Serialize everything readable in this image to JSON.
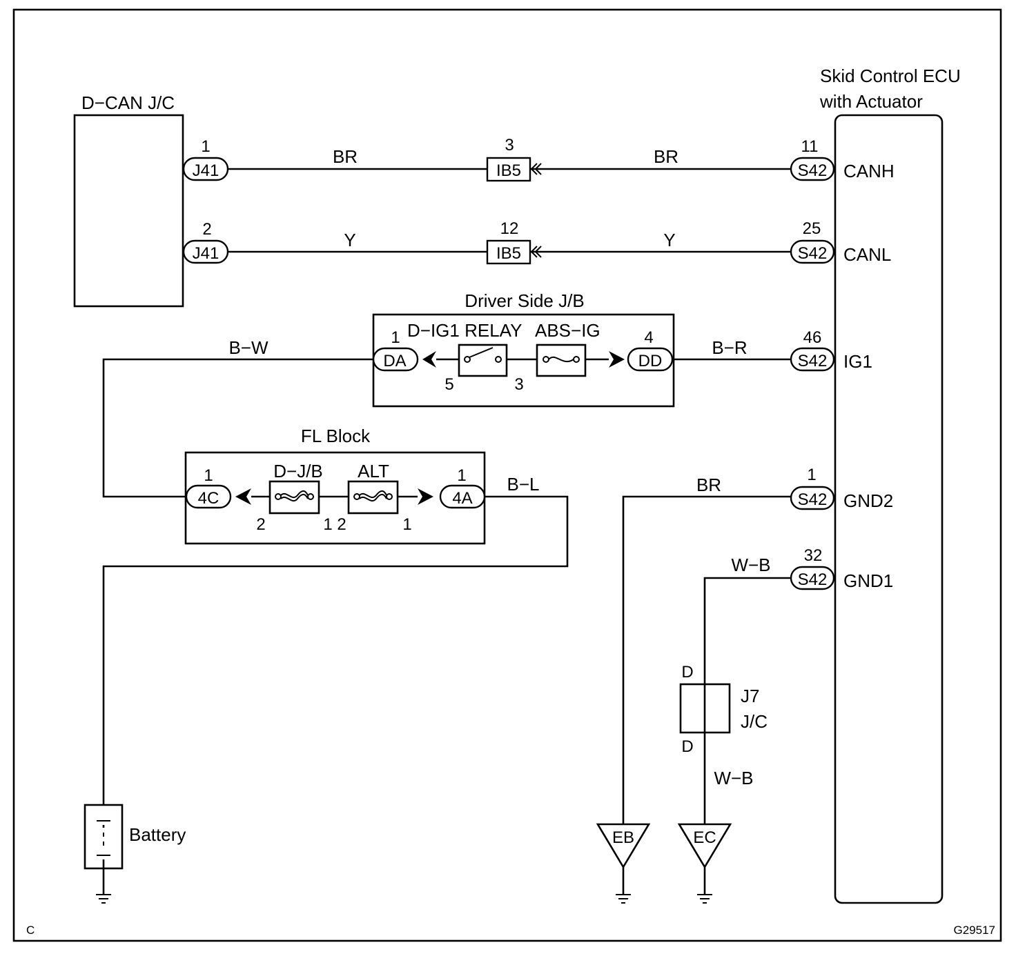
{
  "components": {
    "dcan_jc": "D−CAN J/C",
    "ecu_line1": "Skid Control ECU",
    "ecu_line2": "with Actuator",
    "driver_jb": "Driver Side J/B",
    "relay": "D−IG1 RELAY",
    "abs_ig": "ABS−IG",
    "fl_block": "FL Block",
    "dj_b": "D−J/B",
    "alt": "ALT",
    "j7": "J7",
    "jc": "J/C",
    "battery": "Battery"
  },
  "connectors": {
    "j41_a": "J41",
    "j41_b": "J41",
    "ib5_a": "IB5",
    "ib5_b": "IB5",
    "s42_canh": "S42",
    "s42_canl": "S42",
    "s42_ig1": "S42",
    "s42_gnd2": "S42",
    "s42_gnd1": "S42",
    "da": "DA",
    "dd": "DD",
    "c4c": "4C",
    "c4a": "4A"
  },
  "pins": {
    "j41_a": "1",
    "j41_b": "2",
    "ib5_a": "3",
    "ib5_b": "12",
    "s42_canh": "11",
    "s42_canl": "25",
    "da": "1",
    "dd": "4",
    "s42_ig1": "46",
    "relay_left": "5",
    "relay_right": "3",
    "c4c": "1",
    "c4a": "1",
    "dj_b_left": "2",
    "dj_b_right": "1",
    "alt_left": "2",
    "alt_right": "1",
    "s42_gnd2": "1",
    "s42_gnd1": "32",
    "j7_top": "D",
    "j7_bottom": "D"
  },
  "terminals": {
    "canh": "CANH",
    "canl": "CANL",
    "ig1": "IG1",
    "gnd2": "GND2",
    "gnd1": "GND1"
  },
  "wire_colors": {
    "canh_left": "BR",
    "canh_right": "BR",
    "canl_left": "Y",
    "canl_right": "Y",
    "bw": "B−W",
    "br_ig": "B−R",
    "bl": "B−L",
    "gnd2": "BR",
    "gnd1_top": "W−B",
    "gnd1_bottom": "W−B"
  },
  "grounds": {
    "eb": "EB",
    "ec": "EC"
  },
  "footer": {
    "code": "C",
    "figure_id": "G29517"
  }
}
